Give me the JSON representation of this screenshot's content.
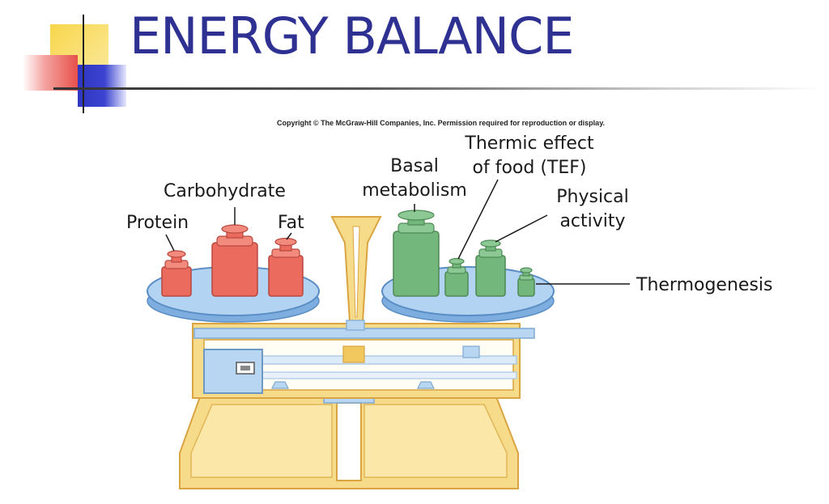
{
  "slide": {
    "title": "ENERGY BALANCE",
    "copyright": "Copyright © The McGraw-Hill Companies, Inc. Permission required for reproduction or display."
  },
  "labels": {
    "protein": "Protein",
    "carbohydrate": "Carbohydrate",
    "fat": "Fat",
    "basal_line1": "Basal",
    "basal_line2": "metabolism",
    "tef_line1": "Thermic effect",
    "tef_line2": "of food (TEF)",
    "physical_line1": "Physical",
    "physical_line2": "activity",
    "thermogenesis": "Thermogenesis"
  },
  "colors": {
    "title": "#2e3192",
    "intake_weights": "#ec6b5f",
    "expenditure_weights": "#74b77c",
    "pans": "#9fc6ec",
    "scale_body": "#f6dc8a",
    "scale_outline": "#d9a441"
  }
}
